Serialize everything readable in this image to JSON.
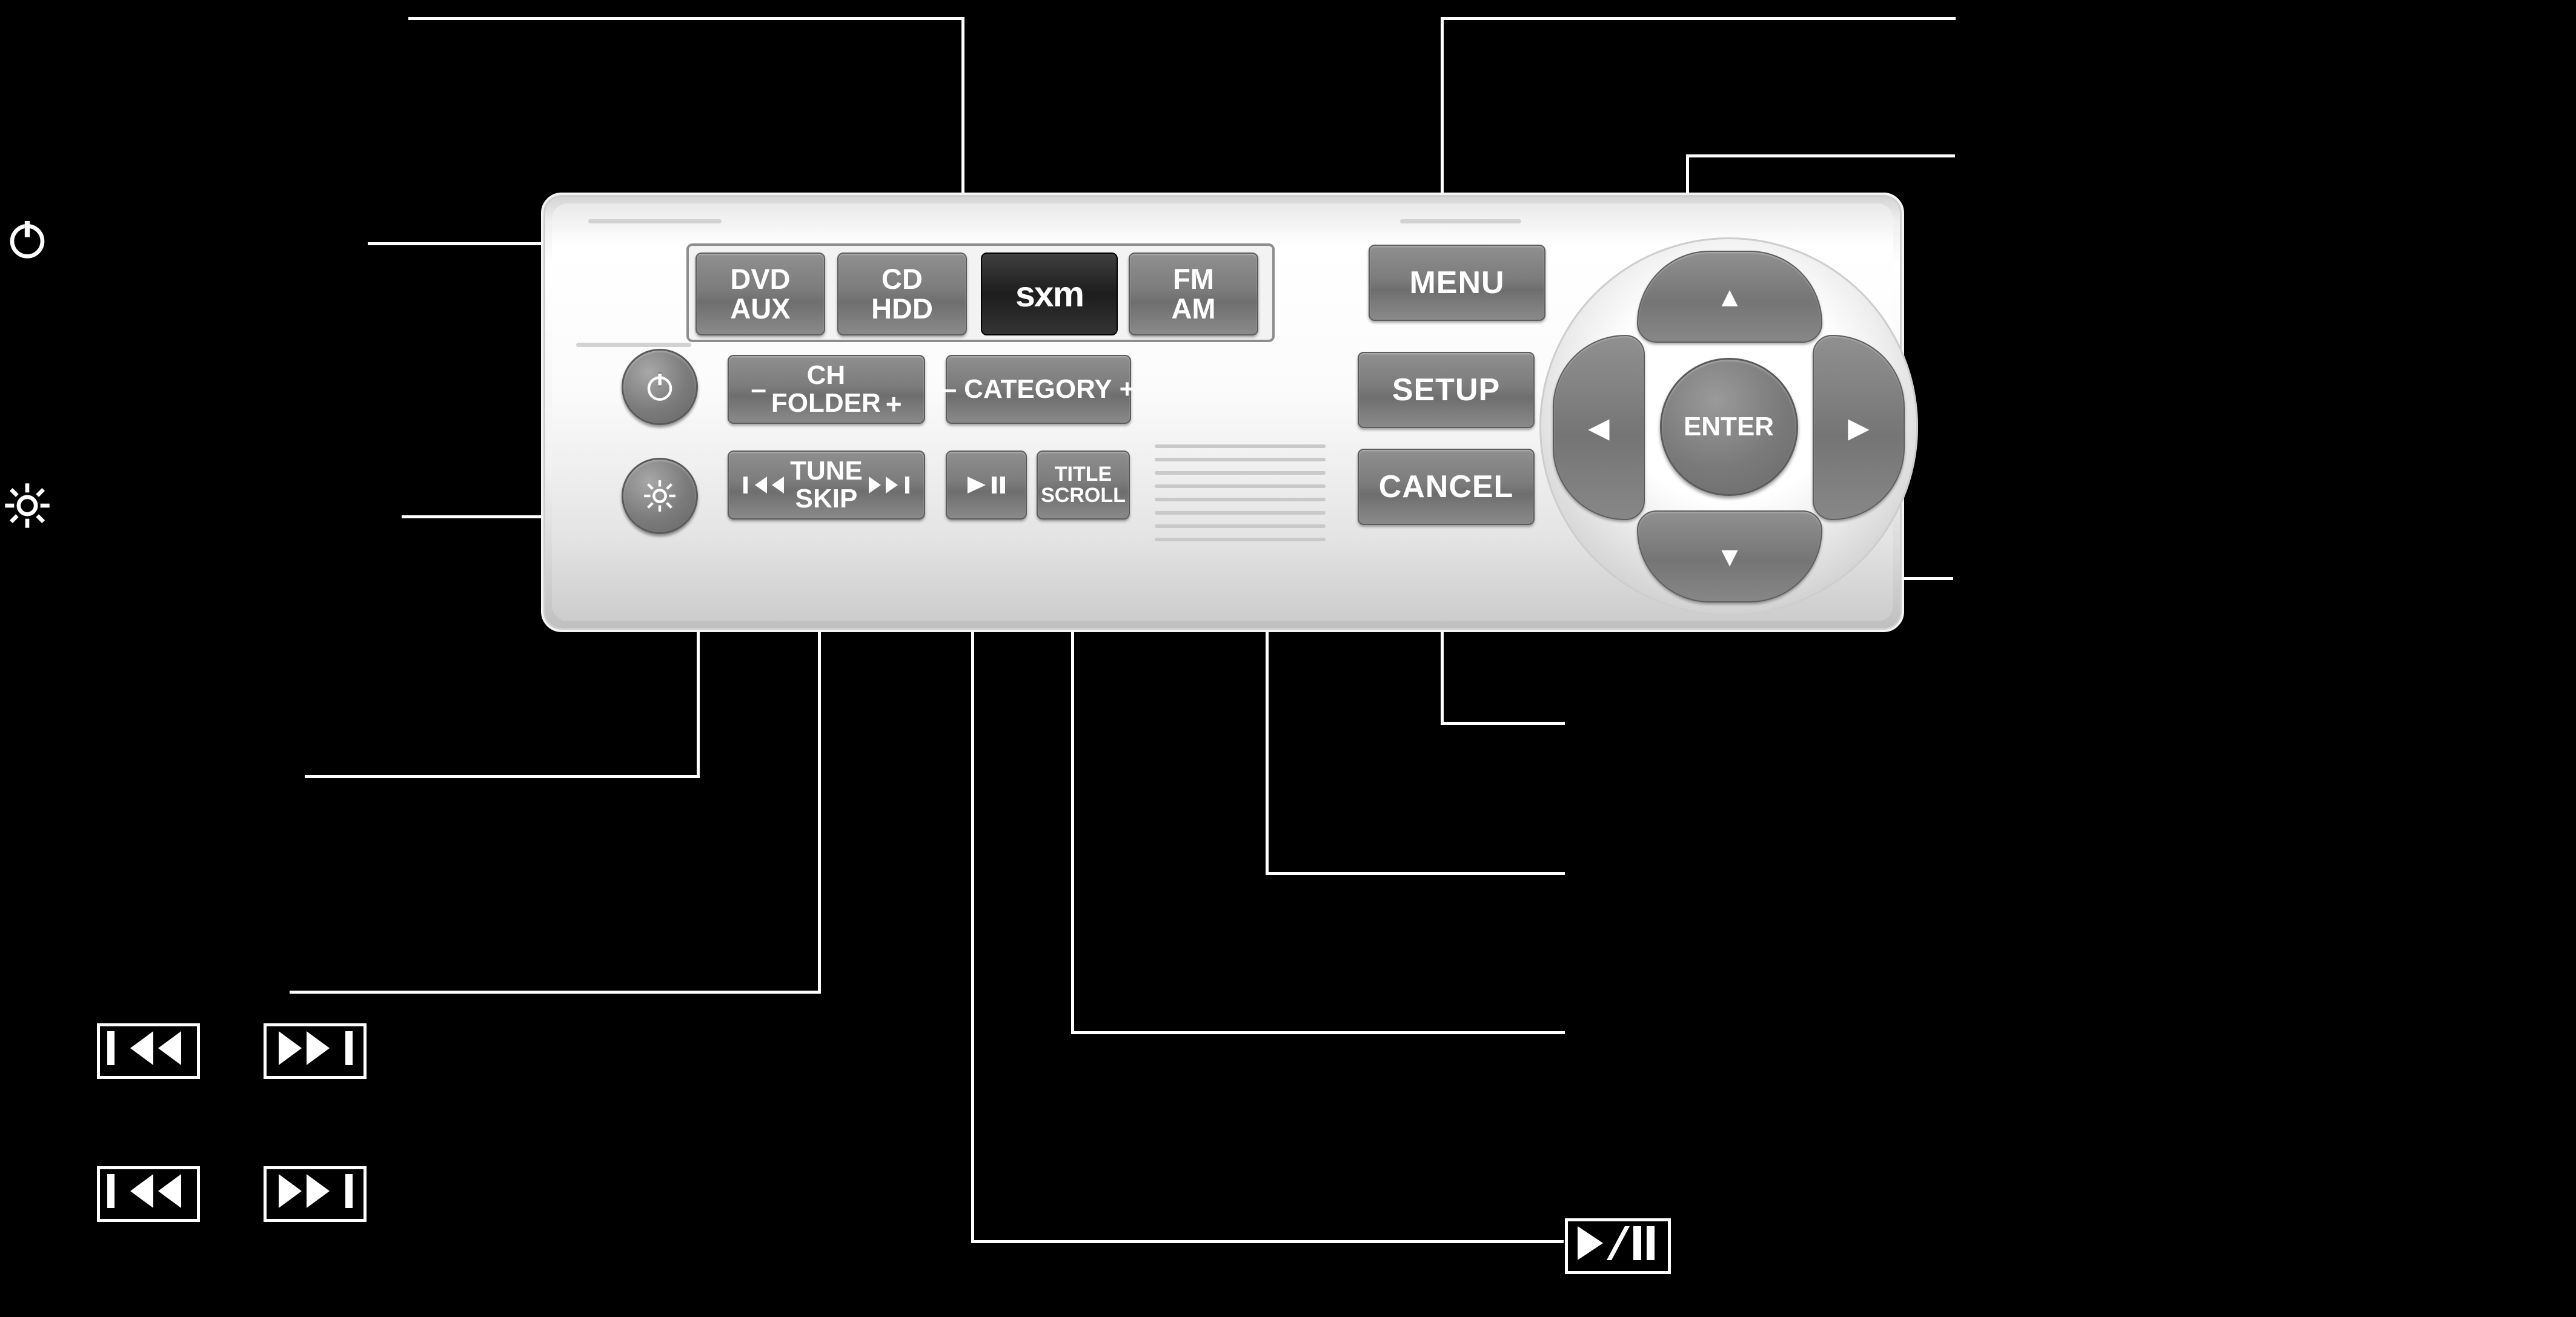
{
  "diagram": {
    "title": "Car audio head unit control panel callout diagram",
    "source_buttons": [
      {
        "name": "dvd-aux",
        "line1": "DVD",
        "line2": "AUX"
      },
      {
        "name": "cd-hdd",
        "line1": "CD",
        "line2": "HDD"
      },
      {
        "name": "sxm",
        "logo": "sxm"
      },
      {
        "name": "fm-am",
        "line1": "FM",
        "line2": "AM"
      }
    ],
    "round_buttons": [
      {
        "name": "power-button",
        "icon": "power-icon"
      },
      {
        "name": "dimmer-button",
        "icon": "brightness-icon"
      }
    ],
    "function_buttons": [
      {
        "name": "ch-folder",
        "minus": "–",
        "line1": "CH",
        "line2": "FOLDER",
        "plus": "+"
      },
      {
        "name": "category",
        "minus": "–",
        "label": "CATEGORY",
        "plus": "+"
      },
      {
        "name": "tune-skip",
        "line1": "TUNE",
        "line2": "SKIP",
        "left_icon": "⏮",
        "right_icon": "⏭"
      },
      {
        "name": "play-pause",
        "icon": "▶❙❙"
      },
      {
        "name": "title-scroll",
        "line1": "TITLE",
        "line2": "SCROLL"
      }
    ],
    "right_buttons": [
      {
        "name": "menu-button",
        "label": "MENU"
      },
      {
        "name": "setup-button",
        "label": "SETUP"
      },
      {
        "name": "cancel-button",
        "label": "CANCEL"
      }
    ],
    "dpad": {
      "name": "arrow-pad",
      "enter": "ENTER",
      "up": "▲",
      "down": "▼",
      "left": "◀",
      "right": "▶"
    },
    "legend_glyphs": [
      {
        "name": "skip-back-glyph",
        "text": "◀◀"
      },
      {
        "name": "skip-forward-glyph",
        "text": "▶▶"
      },
      {
        "name": "skip-back-glyph-2",
        "text": "◀◀"
      },
      {
        "name": "skip-forward-glyph-2",
        "text": "▶▶"
      },
      {
        "name": "play-pause-glyph",
        "text": "▶/❙❙"
      }
    ],
    "side_icons": [
      {
        "name": "power-icon-legend",
        "glyph": "⏻"
      },
      {
        "name": "brightness-icon-legend",
        "glyph": "☼"
      }
    ],
    "colors": {
      "background": "#000000",
      "callout_line": "#ffffff",
      "button_face": "#7c7c7c",
      "button_text": "#ffffff",
      "panel_light": "#ffffff",
      "panel_shadow": "#bfbfbf"
    }
  }
}
